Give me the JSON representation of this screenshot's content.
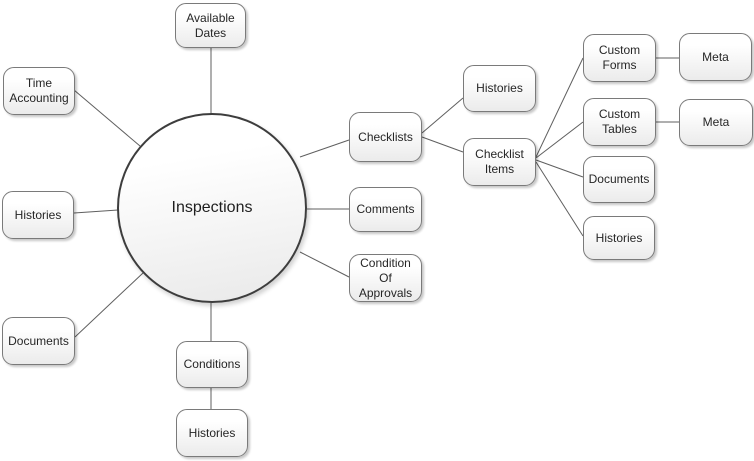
{
  "diagram": {
    "type": "mind-map",
    "colors": {
      "node_fill_top": "#ffffff",
      "node_fill_bottom": "#ebebeb",
      "node_border": "#7a7a7a",
      "hub_border": "#3d3d3d",
      "connector": "#5f5f5f",
      "text": "#262626",
      "background": "#ffffff"
    },
    "nodes": {
      "inspections": {
        "label": "Inspections"
      },
      "available_dates": {
        "label": "Available\nDates"
      },
      "time_accounting": {
        "label": "Time\nAccounting"
      },
      "histories_left": {
        "label": "Histories"
      },
      "documents_left": {
        "label": "Documents"
      },
      "conditions": {
        "label": "Conditions"
      },
      "histories_bottom": {
        "label": "Histories"
      },
      "checklists": {
        "label": "Checklists"
      },
      "comments": {
        "label": "Comments"
      },
      "condition_of_approvals": {
        "label": "Condition\nOf\nApprovals"
      },
      "histories_checklists": {
        "label": "Histories"
      },
      "checklist_items": {
        "label": "Checklist\nItems"
      },
      "custom_forms": {
        "label": "Custom\nForms"
      },
      "meta_forms": {
        "label": "Meta"
      },
      "custom_tables": {
        "label": "Custom\nTables"
      },
      "meta_tables": {
        "label": "Meta"
      },
      "documents_items": {
        "label": "Documents"
      },
      "histories_items": {
        "label": "Histories"
      }
    },
    "edges": [
      {
        "from": "inspections",
        "to": "available_dates"
      },
      {
        "from": "inspections",
        "to": "time_accounting"
      },
      {
        "from": "inspections",
        "to": "histories_left"
      },
      {
        "from": "inspections",
        "to": "documents_left"
      },
      {
        "from": "inspections",
        "to": "conditions"
      },
      {
        "from": "conditions",
        "to": "histories_bottom"
      },
      {
        "from": "inspections",
        "to": "checklists"
      },
      {
        "from": "inspections",
        "to": "comments"
      },
      {
        "from": "inspections",
        "to": "condition_of_approvals"
      },
      {
        "from": "checklists",
        "to": "histories_checklists"
      },
      {
        "from": "checklists",
        "to": "checklist_items"
      },
      {
        "from": "checklist_items",
        "to": "custom_forms"
      },
      {
        "from": "checklist_items",
        "to": "custom_tables"
      },
      {
        "from": "checklist_items",
        "to": "documents_items"
      },
      {
        "from": "checklist_items",
        "to": "histories_items"
      },
      {
        "from": "custom_forms",
        "to": "meta_forms"
      },
      {
        "from": "custom_tables",
        "to": "meta_tables"
      }
    ]
  }
}
